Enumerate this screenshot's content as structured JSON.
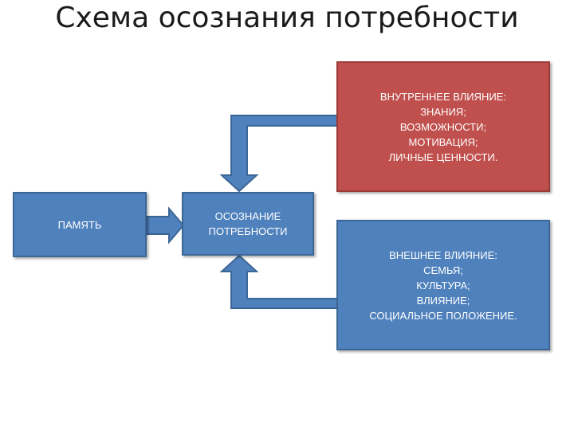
{
  "title": "Схема осознания потребности",
  "nodes": {
    "memory": {
      "label": "ПАМЯТЬ",
      "color": "#4f81bd"
    },
    "awareness": {
      "lines": [
        "ОСОЗНАНИЕ",
        "ПОТРЕБНОСТИ"
      ],
      "color": "#4f81bd"
    },
    "internal": {
      "color": "#c0504d",
      "lines": [
        "ВНУТРЕННЕЕ ВЛИЯНИЕ:",
        "ЗНАНИЯ;",
        "ВОЗМОЖНОСТИ;",
        "МОТИВАЦИЯ;",
        "ЛИЧНЫЕ ЦЕННОСТИ."
      ]
    },
    "external": {
      "color": "#4f81bd",
      "lines": [
        "ВНЕШНЕЕ ВЛИЯНИЕ:",
        "СЕМЬЯ;",
        "КУЛЬТУРА;",
        "ВЛИЯНИЕ;",
        "СОЦИАЛЬНОЕ ПОЛОЖЕНИЕ."
      ]
    }
  }
}
